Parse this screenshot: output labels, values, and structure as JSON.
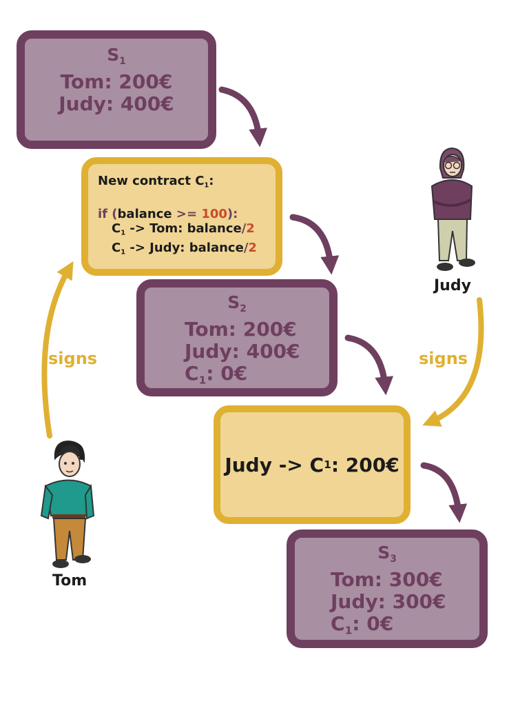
{
  "states": [
    {
      "label": "S",
      "sub": "1",
      "tom": "Tom: 200€",
      "judy": "Judy: 400€"
    },
    {
      "label": "S",
      "sub": "2",
      "tom": "Tom: 200€",
      "judy": "Judy: 400€",
      "contract_balance": "0€"
    },
    {
      "label": "S",
      "sub": "3",
      "tom": "Tom: 300€",
      "judy": "Judy: 300€",
      "contract_balance": "0€"
    }
  ],
  "contract": {
    "title": "New contract C",
    "title_sub": "1",
    "title_suffix": ":",
    "if_kw": "if",
    "cond_open": "(",
    "cond_var": "balance",
    "cond_op": ">=",
    "cond_value": "100",
    "cond_close": "):",
    "c": "C",
    "c_sub": "1",
    "line1_rest": " -> Tom: balance",
    "line2_rest": " -> Judy: balance",
    "slash": "/",
    "divisor": "2"
  },
  "transaction": {
    "prefix": "Judy -> C",
    "sub": "1",
    "suffix": ": 200€"
  },
  "contract_ref": {
    "c": "C",
    "sub": "1",
    "colon": ":"
  },
  "people": {
    "tom": "Tom",
    "judy": "Judy"
  },
  "edge_label": "signs",
  "colors": {
    "state_fill": "#a88fa2",
    "state_border": "#6f3f5f",
    "tx_fill": "#f0d594",
    "tx_border": "#e0b032",
    "highlight": "#cc4a2b"
  }
}
